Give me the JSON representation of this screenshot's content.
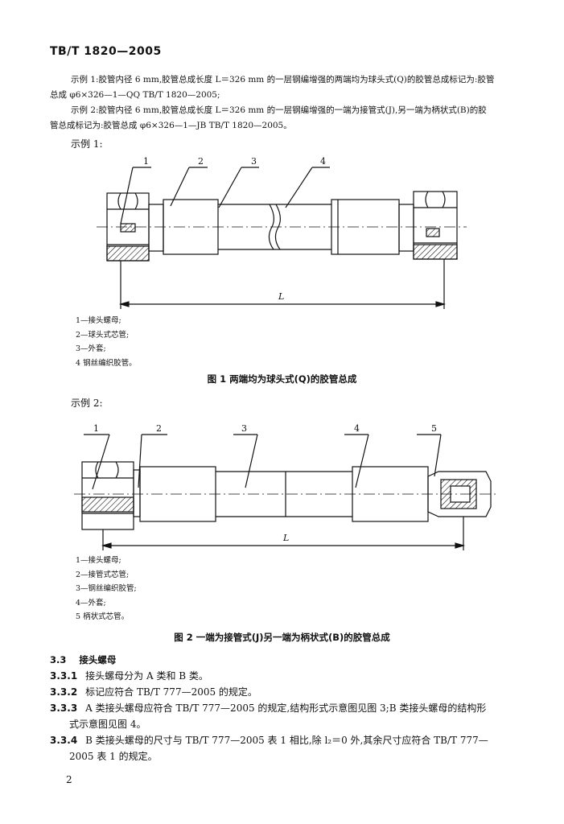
{
  "header": {
    "standard_code": "TB/T 1820—2005"
  },
  "examples": {
    "ex1_line1": "示例 1:胶管内径 6 mm,胶管总成长度 L＝326 mm 的一层钢编增强的两端均为球头式(Q)的胶管总成标记为:胶管",
    "ex1_line2": "总成 φ6×326—1—QQ  TB/T 1820—2005;",
    "ex2_line1": "示例 2:胶管内径 6 mm,胶管总成长度 L＝326 mm 的一层钢编增强的一端为接管式(J),另一端为柄状式(B)的胶",
    "ex2_line2": "管总成标记为:胶管总成 φ6×326—1—JB  TB/T 1820—2005。",
    "label_1": "示例 1:",
    "label_2": "示例 2:"
  },
  "figure1": {
    "callouts": [
      "1",
      "2",
      "3",
      "4"
    ],
    "dim_label": "L",
    "legend": [
      "1—接头螺母;",
      "2—球头式芯管;",
      "3—外套;",
      "4  钢丝编织胶管。"
    ],
    "caption": "图 1  两端均为球头式(Q)的胶管总成"
  },
  "figure2": {
    "callouts": [
      "1",
      "2",
      "3",
      "4",
      "5"
    ],
    "dim_label": "L",
    "legend": [
      "1—接头螺母;",
      "2—接管式芯管;",
      "3—钢丝编织胶管;",
      "4—外套;",
      "5  柄状式芯管。"
    ],
    "caption": "图 2  一端为接管式(J)另一端为柄状式(B)的胶管总成"
  },
  "section": {
    "heading_num": "3.3",
    "heading_title": "接头螺母",
    "items": [
      {
        "num": "3.3.1",
        "line1": "接头螺母分为 A 类和 B 类。",
        "line2": ""
      },
      {
        "num": "3.3.2",
        "line1": "标记应符合 TB/T 777—2005 的规定。",
        "line2": ""
      },
      {
        "num": "3.3.3",
        "line1": "A 类接头螺母应符合 TB/T 777—2005 的规定,结构形式示意图见图 3;B 类接头螺母的结构形",
        "line2": "式示意图见图 4。"
      },
      {
        "num": "3.3.4",
        "line1": "B 类接头螺母的尺寸与 TB/T 777—2005 表 1 相比,除 l₂＝0 外,其余尺寸应符合 TB/T 777—",
        "line2": "2005 表 1 的规定。"
      }
    ]
  },
  "page_number": "2"
}
